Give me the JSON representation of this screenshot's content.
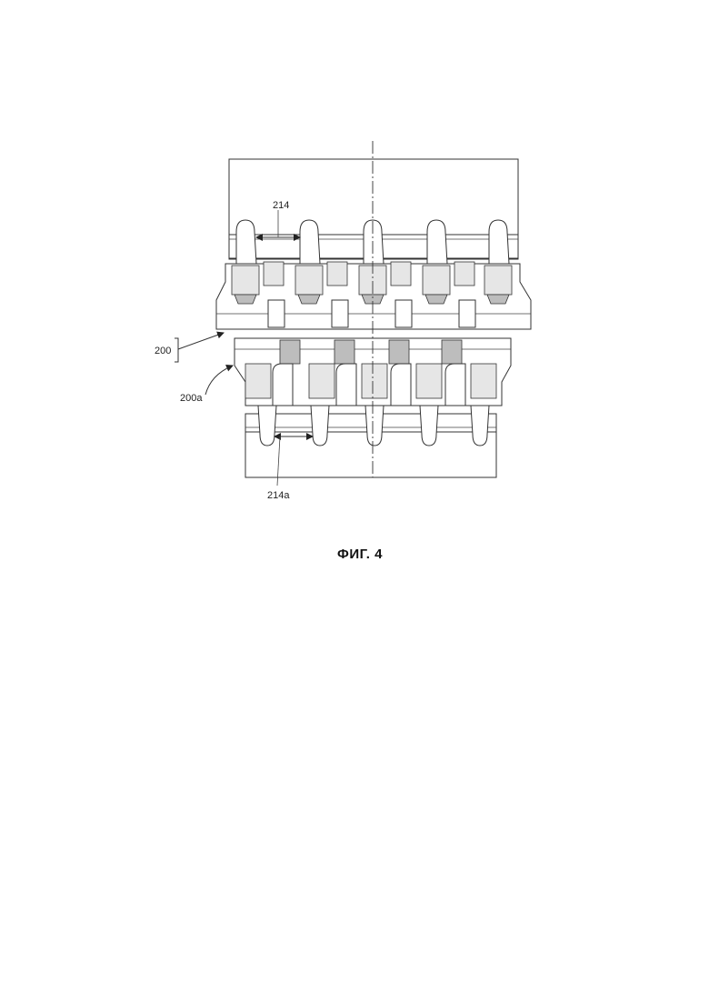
{
  "figure": {
    "caption": "ФИГ. 4",
    "labels": {
      "upper_pitch": "214",
      "assembly": "200",
      "lower_part": "200a",
      "lower_pitch": "214a"
    }
  }
}
